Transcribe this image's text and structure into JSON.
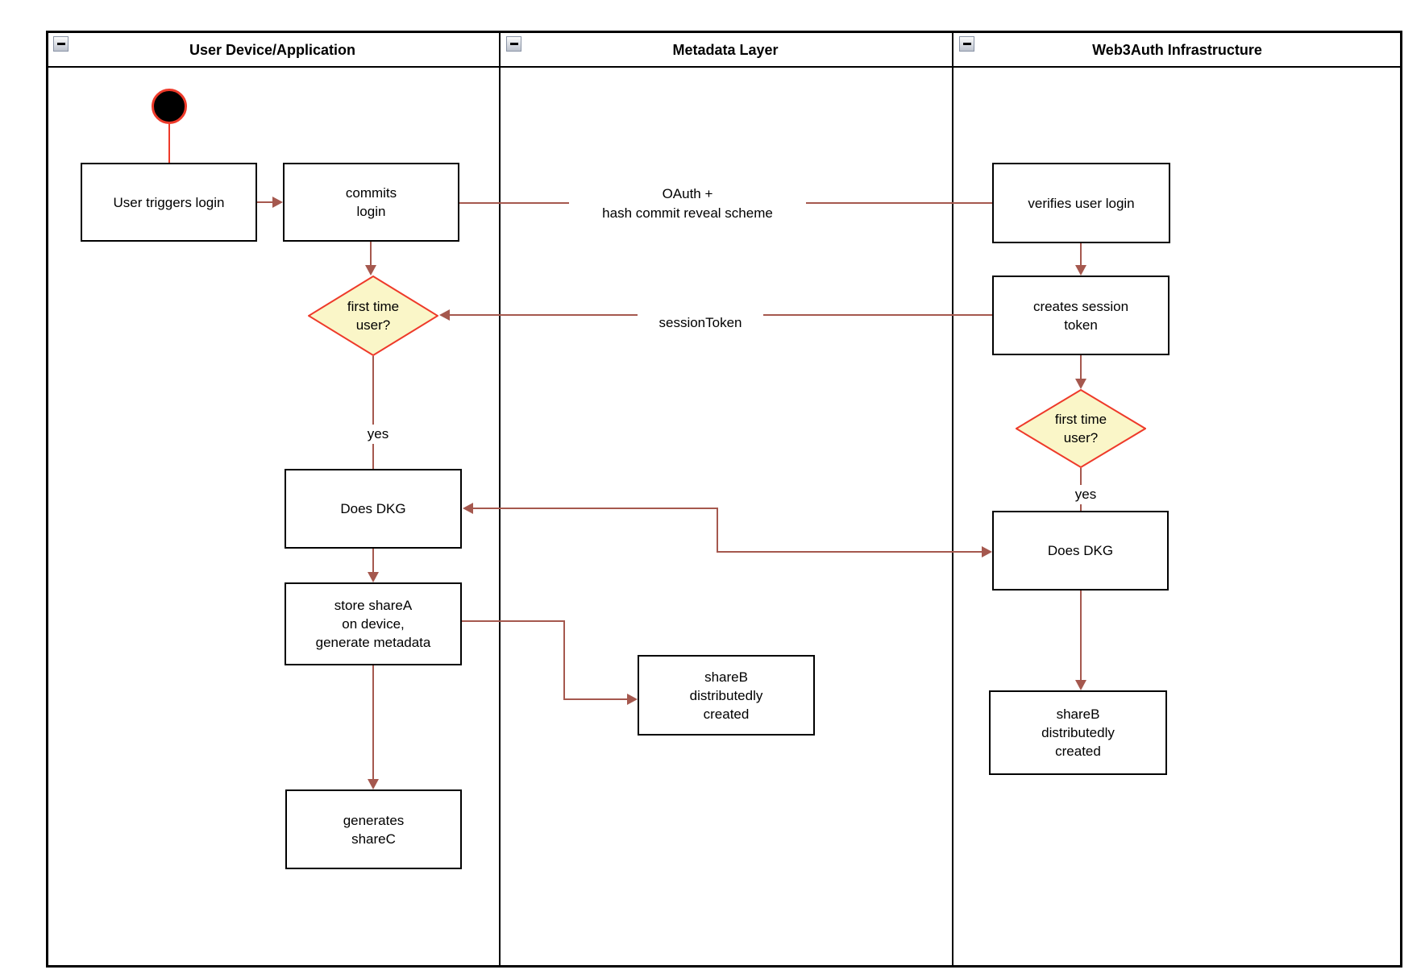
{
  "lanes": {
    "lane1": {
      "title": "User Device/Application"
    },
    "lane2": {
      "title": "Metadata Layer"
    },
    "lane3": {
      "title": "Web3Auth Infrastructure"
    }
  },
  "nodes": {
    "user_triggers_login": "User triggers login",
    "commits_login": "commits\nlogin",
    "verifies_user_login": "verifies user login",
    "creates_session_token": "creates session\ntoken",
    "first_time_user_device": "first time\nuser?",
    "first_time_user_infra": "first time\nuser?",
    "does_dkg_device": "Does DKG",
    "does_dkg_infra": "Does DKG",
    "store_sharea": "store shareA\non device,\ngenerate metadata",
    "shareb_metadata": "shareB\ndistributedly\ncreated",
    "shareb_infra": "shareB\ndistributedly\ncreated",
    "generates_sharec": "generates\nshareC"
  },
  "edge_labels": {
    "oauth": "OAuth +\nhash commit reveal scheme",
    "session_token": "sessionToken",
    "yes_device": "yes",
    "yes_infra": "yes"
  },
  "colors": {
    "edge": "#a5584e",
    "accent_red": "#ee3a2a",
    "diamond_fill": "#faf6c8",
    "diamond_border": "#ee3a2a"
  }
}
